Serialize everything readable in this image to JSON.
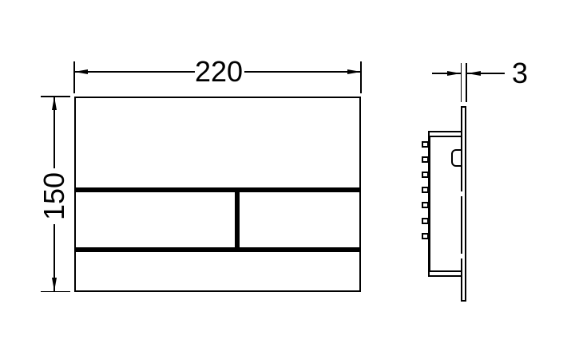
{
  "drawing": {
    "kind": "technical-dimension-drawing",
    "line_color": "#000000",
    "background_color": "#ffffff",
    "dims": {
      "width": "220",
      "height": "150",
      "thickness": "3"
    }
  }
}
